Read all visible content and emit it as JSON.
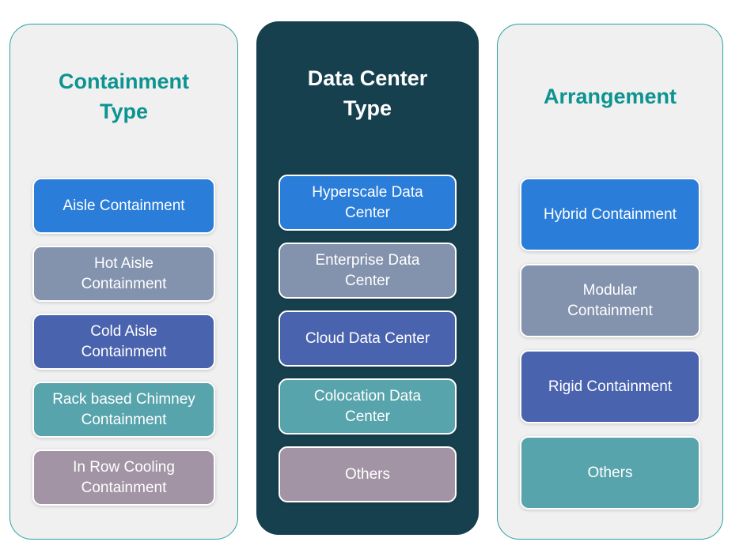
{
  "palette": {
    "heading-teal": "#0d9390",
    "panel-light-bg": "#f0f0f1",
    "panel-light-border": "#2aa0a0",
    "panel-dark-bg": "#17404e",
    "box-blue": "#2a7dd9",
    "box-slate": "#8393ae",
    "box-indigo": "#4a63ae",
    "box-teal": "#58a4ac",
    "box-mauve": "#a294a5",
    "box-text": "#ffffff"
  },
  "columns": [
    {
      "title": "Containment Type",
      "theme": "light",
      "items": [
        {
          "label": "Aisle Containment",
          "color": "#2a7dd9"
        },
        {
          "label": "Hot Aisle Containment",
          "color": "#8393ae"
        },
        {
          "label": "Cold Aisle Containment",
          "color": "#4a63ae"
        },
        {
          "label": "Rack based Chimney Containment",
          "color": "#58a4ac"
        },
        {
          "label": "In Row Cooling Containment",
          "color": "#a294a5"
        }
      ]
    },
    {
      "title": "Data Center Type",
      "theme": "dark",
      "items": [
        {
          "label": "Hyperscale Data Center",
          "color": "#2a7dd9"
        },
        {
          "label": "Enterprise Data Center",
          "color": "#8393ae"
        },
        {
          "label": "Cloud Data Center",
          "color": "#4a63ae"
        },
        {
          "label": "Colocation Data Center",
          "color": "#58a4ac"
        },
        {
          "label": "Others",
          "color": "#a294a5"
        }
      ]
    },
    {
      "title": "Arrangement",
      "theme": "light",
      "items": [
        {
          "label": "Hybrid Containment",
          "color": "#2a7dd9"
        },
        {
          "label": "Modular Containment",
          "color": "#8393ae"
        },
        {
          "label": "Rigid Containment",
          "color": "#4a63ae"
        },
        {
          "label": "Others",
          "color": "#58a4ac"
        }
      ]
    }
  ]
}
